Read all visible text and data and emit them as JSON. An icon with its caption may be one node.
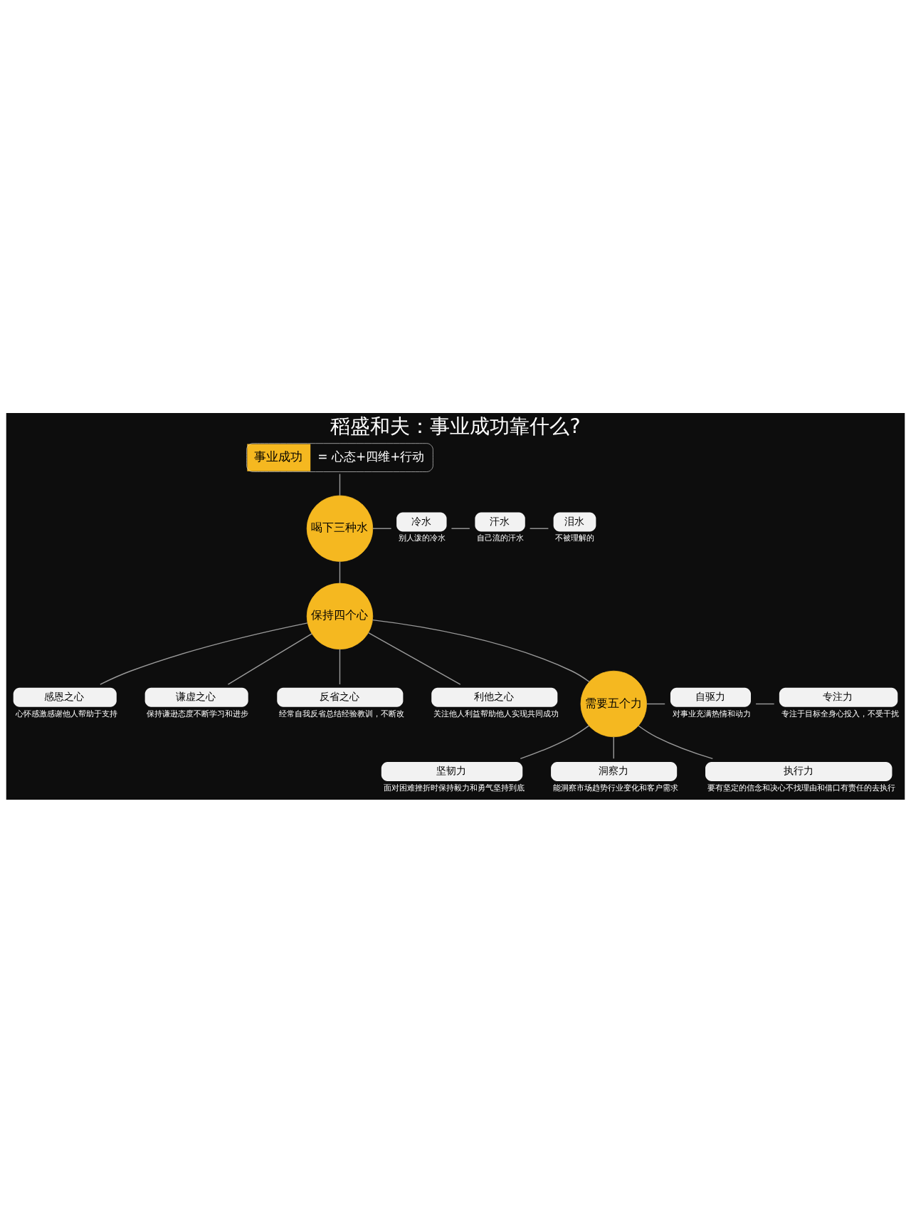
{
  "diagram": {
    "title": "稻盛和夫：事业成功靠什么?",
    "nodes": [
      {
        "text": [
          "事业成功",
          "= 心态+四维+行动"
        ]
      },
      {
        "text": [
          "喝下三种水"
        ]
      },
      {
        "text": [
          "冷水"
        ],
        "beside": [
          "别人泼的冷水"
        ]
      },
      {
        "text": [
          "汗水"
        ],
        "beside": [
          "自己流的汗水"
        ]
      },
      {
        "text": [
          "泪水"
        ],
        "beside": [
          "不被理解的"
        ]
      },
      {
        "text": [
          "保持四个心"
        ]
      },
      {
        "text": [
          "感恩之心"
        ],
        "beside": [
          "心怀感激感谢他人帮助于支持"
        ]
      },
      {
        "text": [
          "谦虚之心"
        ],
        "beside": [
          "保持谦逊态度不断学习和进步"
        ]
      },
      {
        "text": [
          "反省之心"
        ],
        "beside": [
          "经常自我反省总结经验教训，不断改"
        ]
      },
      {
        "text": [
          "利他之心"
        ],
        "beside": [
          "关注他人利益帮助他人实现共同成功"
        ]
      },
      {
        "text": [
          "需要五个力"
        ]
      },
      {
        "text": [
          "自驱力"
        ],
        "beside": [
          "对事业充满热情和动力"
        ]
      },
      {
        "text": [
          "专注力"
        ],
        "beside": [
          "专注于目标全身心投入，不受干扰"
        ]
      },
      {
        "text": [
          "坚韧力"
        ],
        "beside": [
          "面对困难挫折时保持毅力和勇气坚持到底"
        ]
      },
      {
        "text": [
          "洞察力"
        ],
        "beside": [
          "能洞察市场趋势行业变化和客户需求"
        ]
      },
      {
        "text": [
          "执行力"
        ],
        "beside": [
          "要有坚定的信念和决心不找理由和借口有责任的去执行"
        ]
      }
    ],
    "edges": [
      {
        "from": 0,
        "to": 1,
        "arrow": "none"
      },
      {
        "from": 1,
        "to": 5,
        "arrow": "none"
      },
      {
        "from": 5,
        "to": 10,
        "arrow": "none"
      },
      {
        "from": 1,
        "to": 2,
        "arrow": "none"
      },
      {
        "from": 2,
        "to": 3,
        "arrow": "none"
      },
      {
        "from": 3,
        "to": 4,
        "arrow": "none"
      },
      {
        "from": 5,
        "to": 6,
        "arrow": "none"
      },
      {
        "from": 5,
        "to": 7,
        "arrow": "none"
      },
      {
        "from": 5,
        "to": 8,
        "arrow": "none"
      },
      {
        "from": 5,
        "to": 9,
        "arrow": "none"
      },
      {
        "from": 10,
        "to": 11,
        "arrow": "none"
      },
      {
        "from": 11,
        "to": 12,
        "arrow": "none"
      },
      {
        "from": 10,
        "to": 13,
        "arrow": "none"
      },
      {
        "from": 10,
        "to": 14,
        "arrow": "none"
      },
      {
        "from": 10,
        "to": 15,
        "arrow": "none"
      }
    ]
  }
}
